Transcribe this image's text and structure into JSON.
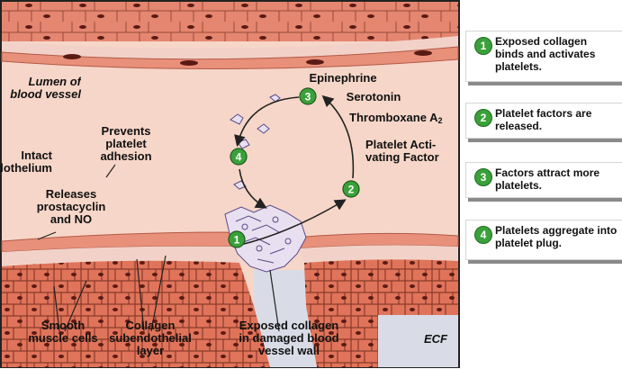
{
  "diagram": {
    "labels": {
      "lumen": "Lumen of blood vessel",
      "endothelium": "Intact endothelium",
      "prevents": "Prevents platelet adhesion",
      "releases": "Releases prostacyclin and NO",
      "epinephrine": "Epinephrine",
      "serotonin": "Serotonin",
      "thromboxane": "Thromboxane A",
      "thromboxane_sub": "2",
      "paf": "Platelet Acti- vating Factor",
      "smooth_muscle": "Smooth muscle cells",
      "collagen_layer": "Collagen subendothelial layer",
      "exposed_collagen": "Exposed collagen in damaged blood vessel wall",
      "ecf": "ECF"
    },
    "badges": [
      "1",
      "2",
      "3",
      "4"
    ]
  },
  "steps": [
    {
      "number": "1",
      "text": "Exposed collagen binds and activates platelets."
    },
    {
      "number": "2",
      "text": "Platelet factors are released."
    },
    {
      "number": "3",
      "text": "Factors attract more platelets."
    },
    {
      "number": "4",
      "text": "Platelets aggregate into platelet plug."
    }
  ],
  "colors": {
    "lumen": "#f6d6c8",
    "endothelium": "#e8907a",
    "muscle": "#e0745a",
    "collagen": "#f2d2c8",
    "ecf": "#d9dce6",
    "badge": "#3aa13a",
    "arrow": "#222222"
  }
}
